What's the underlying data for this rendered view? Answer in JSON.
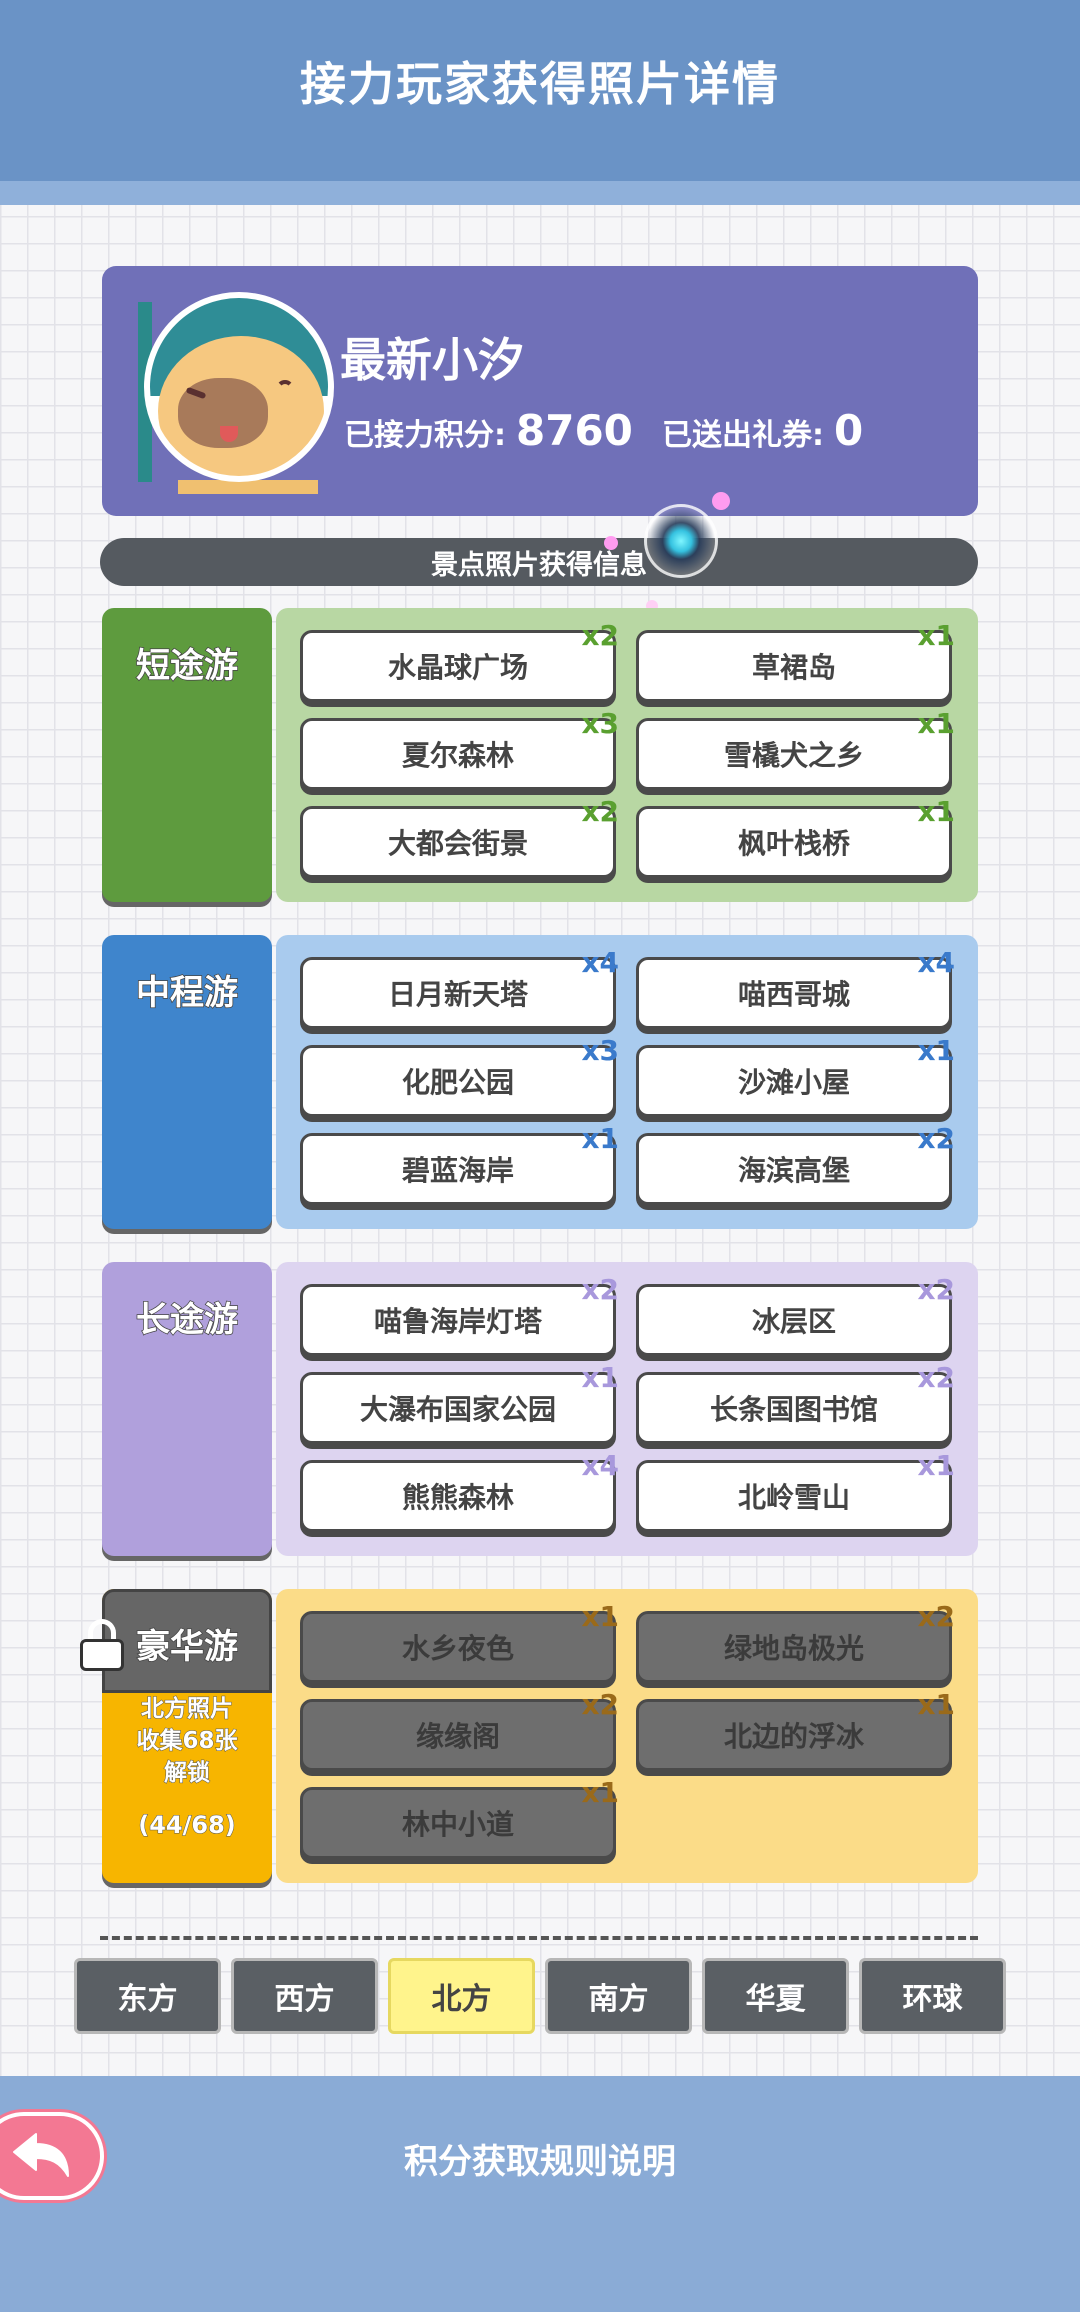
{
  "header": {
    "title": "接力玩家获得照片详情"
  },
  "profile": {
    "name": "最新小汐",
    "points_label": "已接力积分:",
    "points_value": "8760",
    "gifts_label": "已送出礼券:",
    "gifts_value": "0"
  },
  "info_bar": {
    "label": "景点照片获得信息"
  },
  "sections": {
    "short": {
      "label": "短途游",
      "cards": [
        {
          "name": "水晶球广场",
          "count": "x2"
        },
        {
          "name": "草裙岛",
          "count": "x1"
        },
        {
          "name": "夏尔森林",
          "count": "x3"
        },
        {
          "name": "雪橇犬之乡",
          "count": "x1"
        },
        {
          "name": "大都会街景",
          "count": "x2"
        },
        {
          "name": "枫叶栈桥",
          "count": "x1"
        }
      ]
    },
    "mid": {
      "label": "中程游",
      "cards": [
        {
          "name": "日月新天塔",
          "count": "x4"
        },
        {
          "name": "喵西哥城",
          "count": "x4"
        },
        {
          "name": "化肥公园",
          "count": "x3"
        },
        {
          "name": "沙滩小屋",
          "count": "x1"
        },
        {
          "name": "碧蓝海岸",
          "count": "x1"
        },
        {
          "name": "海滨高堡",
          "count": "x2"
        }
      ]
    },
    "long": {
      "label": "长途游",
      "cards": [
        {
          "name": "喵鲁海岸灯塔",
          "count": "x2"
        },
        {
          "name": "冰层区",
          "count": "x2"
        },
        {
          "name": "大瀑布国家公园",
          "count": "x1"
        },
        {
          "name": "长条国图书馆",
          "count": "x2"
        },
        {
          "name": "熊熊森林",
          "count": "x4"
        },
        {
          "name": "北岭雪山",
          "count": "x1"
        }
      ]
    },
    "luxury": {
      "label": "豪华游",
      "unlock_note": [
        "北方照片",
        "收集68张",
        "解锁"
      ],
      "progress": "(44/68)",
      "cards": [
        {
          "name": "水乡夜色",
          "count": "x1"
        },
        {
          "name": "绿地岛极光",
          "count": "x2"
        },
        {
          "name": "缘缘阁",
          "count": "x2"
        },
        {
          "name": "北边的浮冰",
          "count": "x1"
        },
        {
          "name": "林中小道",
          "count": "x1"
        }
      ]
    }
  },
  "regions": [
    "东方",
    "西方",
    "北方",
    "南方",
    "华夏",
    "环球"
  ],
  "active_region": "北方",
  "footer": {
    "rules_label": "积分获取规则说明",
    "back_icon": "back-arrow-icon"
  },
  "colors": {
    "header": "#6a93c6",
    "profile": "#7070b8",
    "short": "#5e9b3e",
    "mid": "#3f85cc",
    "long": "#b0a0dc",
    "luxury": "#f7b500",
    "active_tab": "#fff48c"
  }
}
